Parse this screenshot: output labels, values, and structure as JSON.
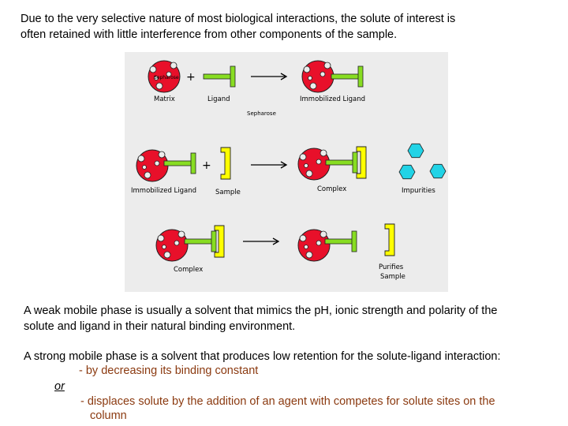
{
  "intro": {
    "line1": "Due to the very selective nature of most biological interactions, the solute of interest is",
    "line2": "often retained with little interference from other components of the sample."
  },
  "figure": {
    "sepharose_on_matrix": "Sepharose",
    "plus": "+",
    "label_matrix": "Matrix",
    "label_ligand": "Ligand",
    "label_immobilized_ligand_top": "Immobilized Ligand",
    "label_sepharose": "Sepharose",
    "label_immobilized_ligand_mid": "Immobilized Ligand",
    "label_sample": "Sample",
    "label_complex_mid": "Complex",
    "label_impurities": "Impurities",
    "label_complex_bottom": "Complex",
    "label_purified_line1": "Purifies",
    "label_purified_line2": "Sample",
    "colors": {
      "bead": "#e8102a",
      "ligand": "#88dd22",
      "sample": "#ffff00",
      "impurity": "#22d3e6",
      "background": "#ececec"
    }
  },
  "weak": {
    "line1": "A weak mobile phase is usually a solvent that mimics the pH, ionic strength and polarity of the",
    "line2": "solute and ligand in their natural binding environment."
  },
  "strong": {
    "line": "A strong mobile phase is a solvent that produces low retention for the solute-ligand interaction:",
    "bullet1": "- by decreasing its binding constant",
    "or": "or",
    "bullet2_line1": "- displaces solute by the addition of an agent with competes for solute sites on the",
    "bullet2_line2": "column"
  }
}
